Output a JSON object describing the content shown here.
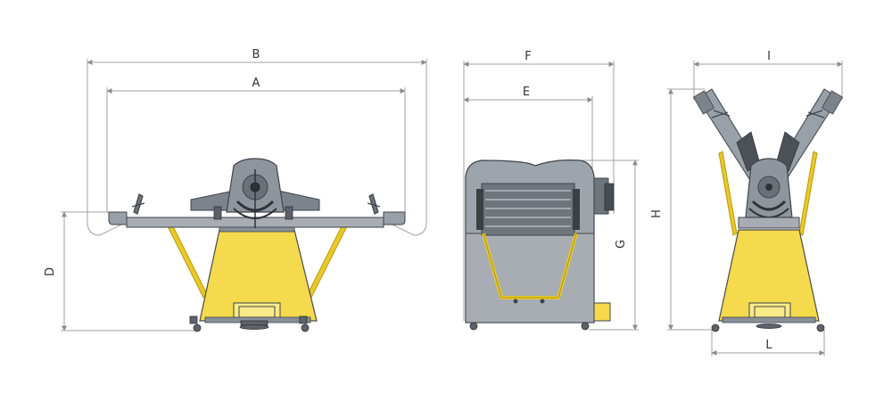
{
  "colors": {
    "background": "#ffffff",
    "dimension_line": "#9a9a9a",
    "body_yellow": "#f4da4c",
    "frame_yellow": "#e6c425",
    "steel_gray": "#9aa0a8",
    "steel_dark": "#616770",
    "outline": "#3f444b"
  },
  "views": {
    "front": {
      "dims": {
        "a": "A",
        "b": "B",
        "d": "D"
      }
    },
    "side": {
      "dims": {
        "e": "E",
        "f": "F",
        "g": "G"
      }
    },
    "folded": {
      "dims": {
        "h": "H",
        "i": "I",
        "l": "L"
      }
    }
  }
}
